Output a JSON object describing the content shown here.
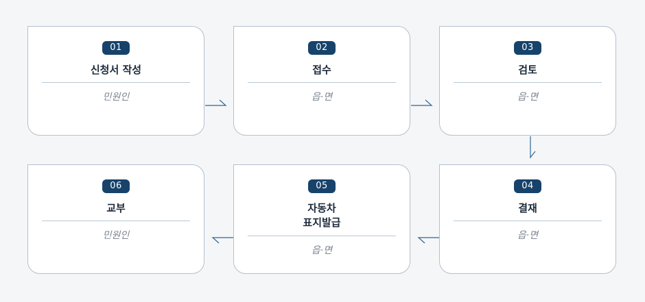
{
  "steps": [
    {
      "number": "01",
      "title": "신청서 작성",
      "actor": "민원인"
    },
    {
      "number": "02",
      "title": "접수",
      "actor": "읍·면"
    },
    {
      "number": "03",
      "title": "검토",
      "actor": "읍·면"
    },
    {
      "number": "04",
      "title": "결재",
      "actor": "읍·면"
    },
    {
      "number": "05",
      "title": "자동차\n표지발급",
      "actor": "읍·면"
    },
    {
      "number": "06",
      "title": "교부",
      "actor": "민원인"
    }
  ],
  "colors": {
    "badge": "#17436b",
    "border": "#b3c0cf",
    "arrow": "#2f6796",
    "background": "#f5f6f8"
  }
}
